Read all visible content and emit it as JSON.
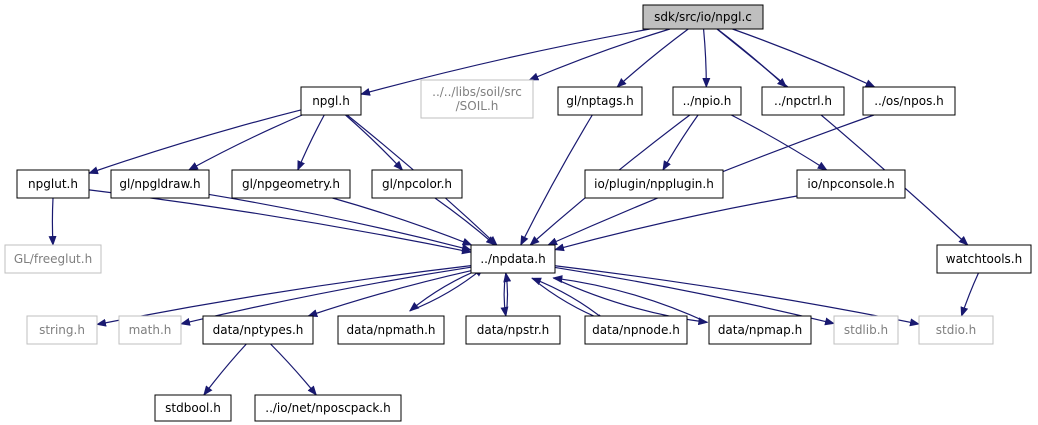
{
  "colors": {
    "edge": "#191970",
    "border": "#000000",
    "border_external": "#bfbfbf",
    "root_fill": "#bfbfbf",
    "text": "#000000",
    "text_external": "#7f7f7f",
    "background": "#ffffff"
  },
  "nodes": {
    "root": {
      "lines": [
        "sdk/src/io/npgl.c"
      ],
      "kind": "root"
    },
    "npgl_h": {
      "lines": [
        "npgl.h"
      ],
      "kind": "local"
    },
    "soil_h": {
      "lines": [
        "../../libs/soil/src",
        "/SOIL.h"
      ],
      "kind": "external"
    },
    "nptags_h": {
      "lines": [
        "gl/nptags.h"
      ],
      "kind": "local"
    },
    "npio_h": {
      "lines": [
        "../npio.h"
      ],
      "kind": "local"
    },
    "npctrl_h": {
      "lines": [
        "../npctrl.h"
      ],
      "kind": "local"
    },
    "npos_h": {
      "lines": [
        "../os/npos.h"
      ],
      "kind": "local"
    },
    "npglut_h": {
      "lines": [
        "npglut.h"
      ],
      "kind": "local"
    },
    "npgldraw_h": {
      "lines": [
        "gl/npgldraw.h"
      ],
      "kind": "local"
    },
    "npgeometry_h": {
      "lines": [
        "gl/npgeometry.h"
      ],
      "kind": "local"
    },
    "npcolor_h": {
      "lines": [
        "gl/npcolor.h"
      ],
      "kind": "local"
    },
    "npplugin_h": {
      "lines": [
        "io/plugin/npplugin.h"
      ],
      "kind": "local"
    },
    "npconsole_h": {
      "lines": [
        "io/npconsole.h"
      ],
      "kind": "local"
    },
    "freeglut_h": {
      "lines": [
        "GL/freeglut.h"
      ],
      "kind": "external"
    },
    "npdata_h": {
      "lines": [
        "../npdata.h"
      ],
      "kind": "local"
    },
    "watchtools_h": {
      "lines": [
        "watchtools.h"
      ],
      "kind": "local"
    },
    "string_h": {
      "lines": [
        "string.h"
      ],
      "kind": "external"
    },
    "math_h": {
      "lines": [
        "math.h"
      ],
      "kind": "external"
    },
    "nptypes_h": {
      "lines": [
        "data/nptypes.h"
      ],
      "kind": "local"
    },
    "npmath_h": {
      "lines": [
        "data/npmath.h"
      ],
      "kind": "local"
    },
    "npstr_h": {
      "lines": [
        "data/npstr.h"
      ],
      "kind": "local"
    },
    "npnode_h": {
      "lines": [
        "data/npnode.h"
      ],
      "kind": "local"
    },
    "npmap_h": {
      "lines": [
        "data/npmap.h"
      ],
      "kind": "local"
    },
    "stdlib_h": {
      "lines": [
        "stdlib.h"
      ],
      "kind": "external"
    },
    "stdio_h": {
      "lines": [
        "stdio.h"
      ],
      "kind": "external"
    },
    "stdbool_h": {
      "lines": [
        "stdbool.h"
      ],
      "kind": "local"
    },
    "nposcpack_h": {
      "lines": [
        "../io/net/nposcpack.h"
      ],
      "kind": "local"
    }
  },
  "edges": [
    [
      "root",
      "npgl_h"
    ],
    [
      "root",
      "soil_h"
    ],
    [
      "root",
      "nptags_h"
    ],
    [
      "root",
      "npio_h"
    ],
    [
      "root",
      "npctrl_h"
    ],
    [
      "root",
      "npos_h"
    ],
    [
      "root",
      "watchtools_h"
    ],
    [
      "npgl_h",
      "npglut_h"
    ],
    [
      "npgl_h",
      "npgldraw_h"
    ],
    [
      "npgl_h",
      "npgeometry_h"
    ],
    [
      "npgl_h",
      "npcolor_h"
    ],
    [
      "npgl_h",
      "npdata_h"
    ],
    [
      "npglut_h",
      "freeglut_h"
    ],
    [
      "npglut_h",
      "npdata_h"
    ],
    [
      "npgldraw_h",
      "npdata_h"
    ],
    [
      "npgeometry_h",
      "npdata_h"
    ],
    [
      "npcolor_h",
      "npdata_h"
    ],
    [
      "nptags_h",
      "npdata_h"
    ],
    [
      "npio_h",
      "npplugin_h"
    ],
    [
      "npio_h",
      "npconsole_h"
    ],
    [
      "npio_h",
      "npdata_h"
    ],
    [
      "npconsole_h",
      "npdata_h"
    ],
    [
      "npos_h",
      "npdata_h"
    ],
    [
      "watchtools_h",
      "stdio_h"
    ],
    [
      "npdata_h",
      "string_h"
    ],
    [
      "npdata_h",
      "math_h"
    ],
    [
      "npdata_h",
      "nptypes_h"
    ],
    [
      "npdata_h",
      "npmath_h"
    ],
    [
      "npdata_h",
      "npstr_h"
    ],
    [
      "npdata_h",
      "npnode_h"
    ],
    [
      "npdata_h",
      "npmap_h"
    ],
    [
      "npdata_h",
      "stdlib_h"
    ],
    [
      "npdata_h",
      "stdio_h"
    ],
    [
      "npmath_h",
      "npdata_h"
    ],
    [
      "npstr_h",
      "npdata_h"
    ],
    [
      "npnode_h",
      "npdata_h"
    ],
    [
      "npmap_h",
      "npdata_h"
    ],
    [
      "nptypes_h",
      "stdbool_h"
    ],
    [
      "nptypes_h",
      "nposcpack_h"
    ]
  ]
}
